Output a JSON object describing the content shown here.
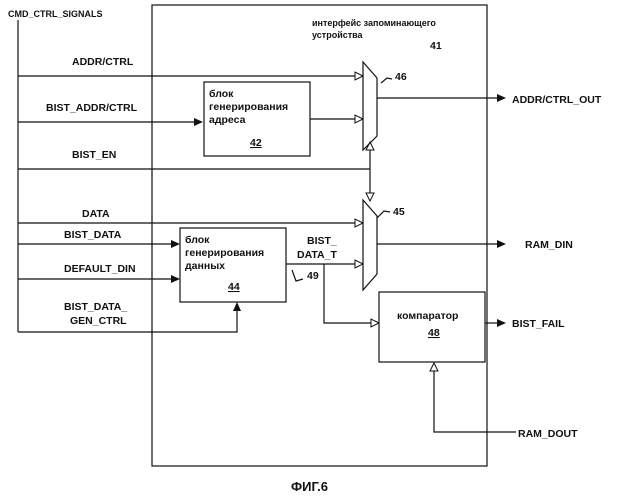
{
  "signals": {
    "cmd_ctrl": "CMD_CTRL_SIGNALS",
    "addr_ctrl": "ADDR/CTRL",
    "bist_addr_ctrl": "BIST_ADDR/CTRL",
    "bist_en": "BIST_EN",
    "data": "DATA",
    "bist_data": "BIST_DATA",
    "default_din": "DEFAULT_DIN",
    "bist_data_gen_ctrl_1": "BIST_DATA_",
    "bist_data_gen_ctrl_2": "GEN_CTRL",
    "addr_ctrl_out": "ADDR/CTRL_OUT",
    "ram_din": "RAM_DIN",
    "bist_fail": "BIST_FAIL",
    "ram_dout": "RAM_DOUT",
    "bist_data_t_1": "BIST_",
    "bist_data_t_2": "DATA_T"
  },
  "interface": {
    "label_1": "интерфейс запоминающего",
    "label_2": "устройства",
    "ref": "41"
  },
  "blocks": {
    "addr_gen": {
      "line1": "блок",
      "line2": "генерирования",
      "line3": "адреса",
      "ref": "42"
    },
    "data_gen": {
      "line1": "блок",
      "line2": "генерирования",
      "line3": "данных",
      "ref": "44"
    },
    "comparator": {
      "line1": "компаратор",
      "ref": "48"
    }
  },
  "refs": {
    "mux_addr": "46",
    "mux_data": "45",
    "wire": "49"
  },
  "figure": {
    "caption": "ФИГ.6"
  }
}
